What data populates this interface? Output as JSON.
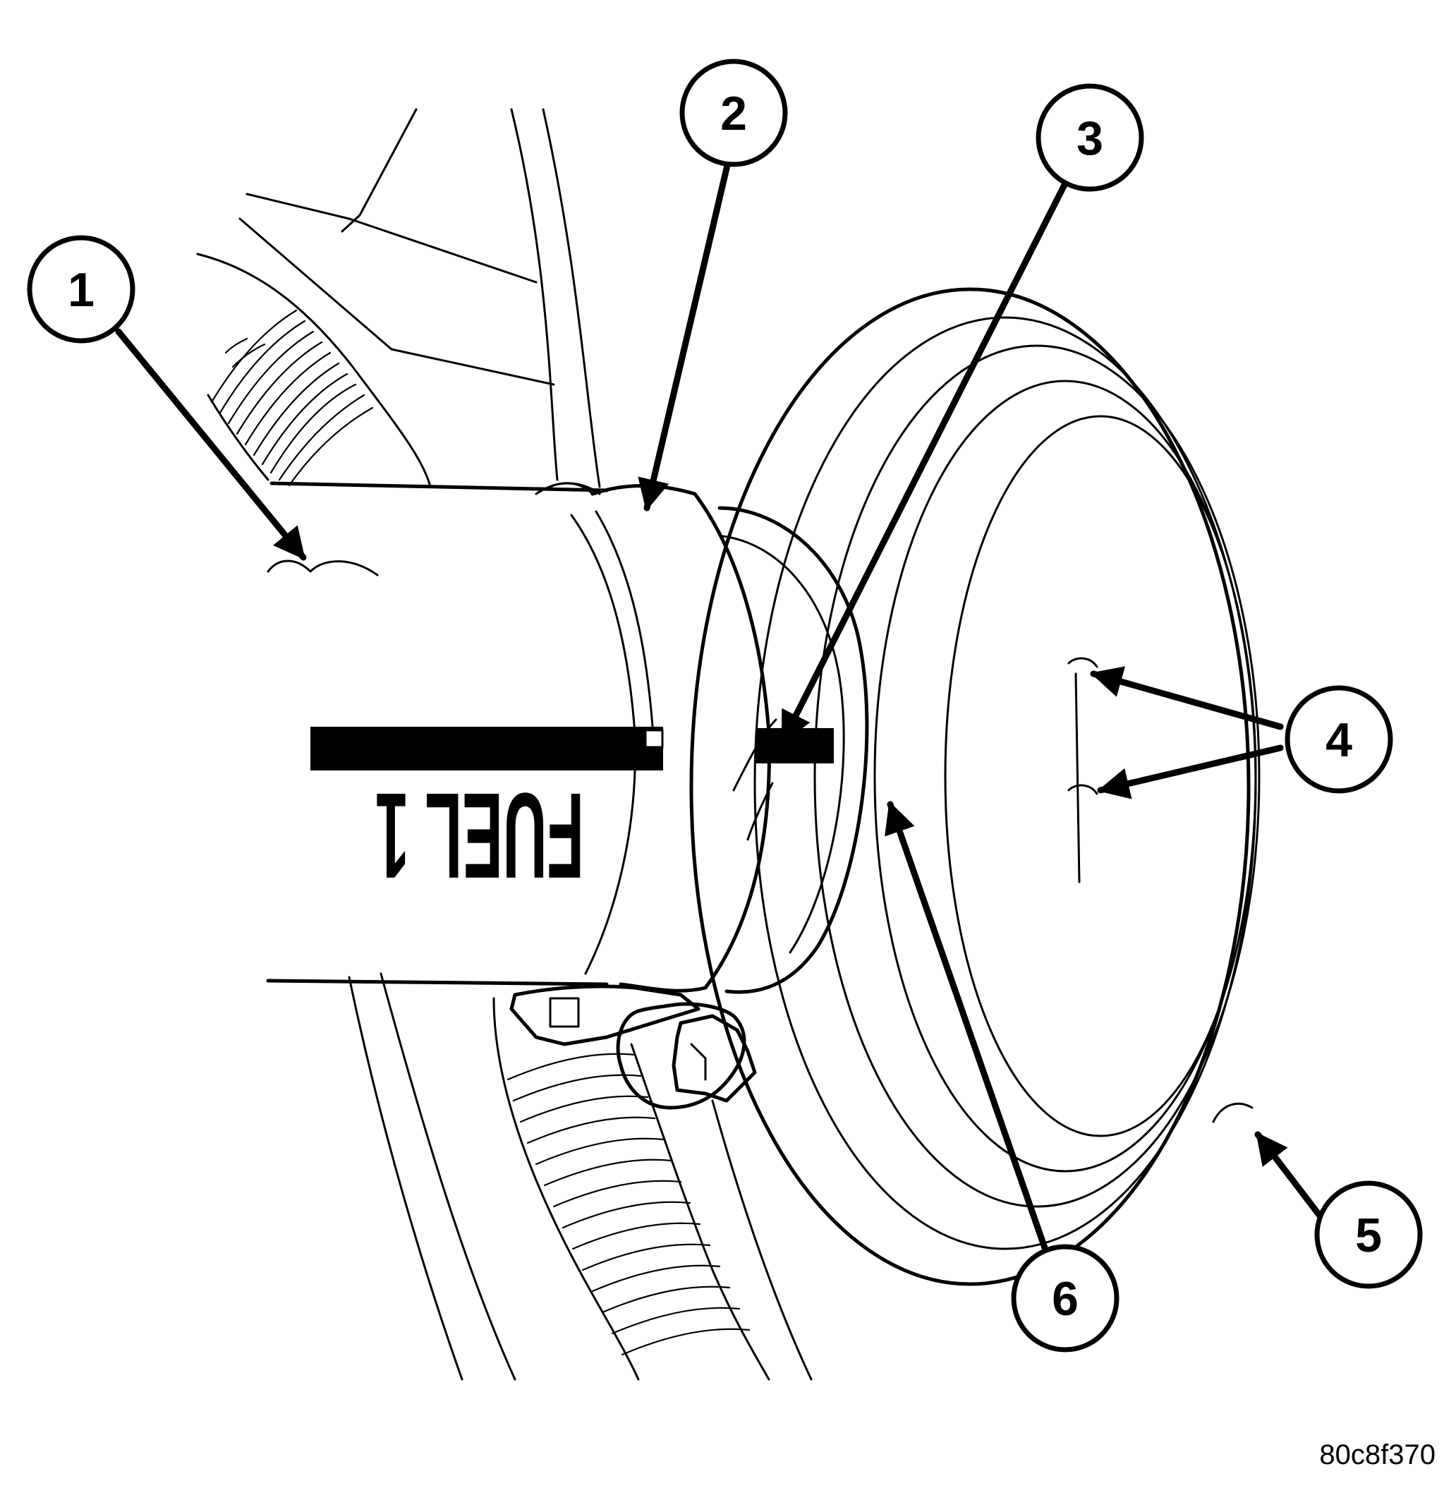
{
  "diagram": {
    "callouts": [
      {
        "id": "1",
        "label": "1"
      },
      {
        "id": "2",
        "label": "2"
      },
      {
        "id": "3",
        "label": "3"
      },
      {
        "id": "4",
        "label": "4"
      },
      {
        "id": "5",
        "label": "5"
      },
      {
        "id": "6",
        "label": "6"
      }
    ],
    "hose_marking": "FUEL 1",
    "figure_reference": "80c8f370",
    "colors": {
      "line": "#000000",
      "background": "#ffffff"
    }
  }
}
